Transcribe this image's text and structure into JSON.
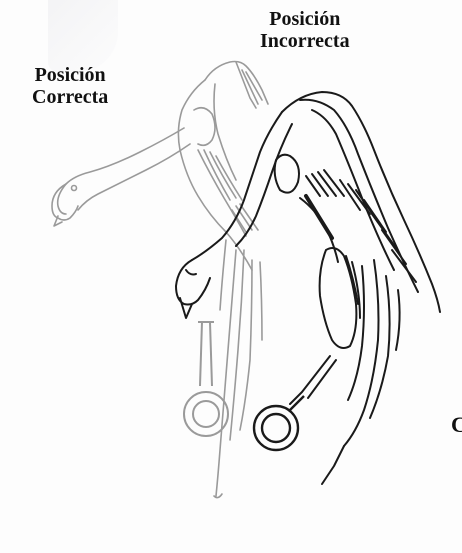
{
  "labels": {
    "correct": {
      "line1": "Posición",
      "line2": "Correcta"
    },
    "incorrect": {
      "line1": "Posición",
      "line2": "Incorrecta"
    },
    "edge_fragment": "C"
  },
  "colors": {
    "correct_bird_stroke": "#9a9a9a",
    "incorrect_bird_stroke": "#1a1a1a",
    "background": "#fdfdfd"
  },
  "figures": {
    "correct_bird_icon": "hanging-bird-light-icon",
    "incorrect_bird_icon": "hanging-bird-dark-icon",
    "correct_shackle_icon": "ring-shackle-light-icon",
    "incorrect_shackle_icon": "ring-shackle-dark-icon"
  }
}
